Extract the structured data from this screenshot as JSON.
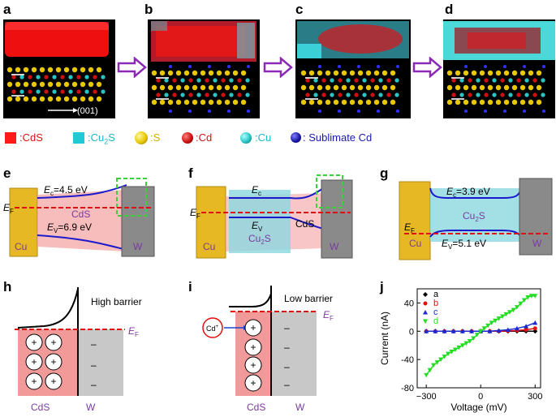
{
  "panel_labels": {
    "a": "a",
    "b": "b",
    "c": "c",
    "d": "d",
    "e": "e",
    "f": "f",
    "g": "g",
    "h": "h",
    "i": "i",
    "j": "j"
  },
  "panel_a": {
    "direction_label": "(001)"
  },
  "legend": {
    "cds": ":CdS",
    "cu2s_prefix": ":Cu",
    "cu2s_sub": "2",
    "cu2s_suffix": "S",
    "s": ":S",
    "cd": ":Cd",
    "cu": ":Cu",
    "sublimate": ": Sublimate Cd",
    "colors": {
      "cds": "#ff1a1a",
      "cu2s": "#21c8d6",
      "s": "#e8c800",
      "cd": "#d01010",
      "cu": "#26c6c6",
      "sublimate": "#1a1aa8"
    }
  },
  "panel_e": {
    "ec": "=4.5 eV",
    "ev": "=6.9 eV",
    "ef": "E",
    "ef_sub": "F",
    "ec_sym": "E",
    "ec_sub": "c",
    "ev_sym": "E",
    "ev_sub": "V",
    "cds": "CdS",
    "cu": "Cu",
    "w": "W"
  },
  "panel_f": {
    "ec_sym": "E",
    "ec_sub": "c",
    "ev_sym": "E",
    "ev_sub": "V",
    "ef": "E",
    "ef_sub": "F",
    "cds": "CdS",
    "cu2s_prefix": "Cu",
    "cu2s_sub": "2",
    "cu2s_suffix": "S",
    "cu": "Cu",
    "w": "W"
  },
  "panel_g": {
    "ec": "=3.9 eV",
    "ev": "=5.1 eV",
    "ec_sym": "E",
    "ec_sub": "c",
    "ev_sym": "E",
    "ev_sub": "V",
    "ef": "E",
    "ef_sub": "F",
    "cu2s_prefix": "Cu",
    "cu2s_sub": "2",
    "cu2s_suffix": "S",
    "cu": "Cu",
    "w": "W"
  },
  "panel_h": {
    "title": "High barrier",
    "ef": "E",
    "ef_sub": "F",
    "cds": "CdS",
    "w": "W",
    "plus": "+",
    "minus": "–"
  },
  "panel_i": {
    "title": "Low barrier",
    "ef": "E",
    "ef_sub": "F",
    "cds": "CdS",
    "w": "W",
    "cd_ion": "Cd",
    "cd_sup": "+",
    "plus": "+",
    "minus": "–"
  },
  "chart_data": {
    "type": "scatter",
    "xlabel": "Voltage (mV)",
    "ylabel": "Current (nA)",
    "xlim": [
      -350,
      330
    ],
    "ylim": [
      -80,
      60
    ],
    "xticks": [
      "-300",
      "0",
      "300"
    ],
    "yticks": [
      "-80",
      "-40",
      "0",
      "40"
    ],
    "legend_position": "top-left",
    "series": [
      {
        "name": "a",
        "color": "#000000",
        "marker": "diamond",
        "x": [
          -300,
          -250,
          -200,
          -150,
          -100,
          -50,
          0,
          50,
          100,
          150,
          200,
          250,
          300
        ],
        "y": [
          0,
          0,
          0,
          0,
          0,
          0,
          0,
          0,
          0,
          0,
          0,
          0,
          0
        ]
      },
      {
        "name": "b",
        "color": "#e01010",
        "marker": "circle",
        "x": [
          -300,
          -250,
          -200,
          -150,
          -100,
          -50,
          0,
          50,
          100,
          150,
          200,
          250,
          300
        ],
        "y": [
          0,
          0,
          0,
          0,
          0,
          0,
          0,
          0,
          0,
          0.5,
          1,
          2,
          4
        ]
      },
      {
        "name": "c",
        "color": "#1a2ad0",
        "marker": "triangle-up",
        "x": [
          -300,
          -250,
          -200,
          -150,
          -100,
          -50,
          0,
          50,
          100,
          150,
          200,
          250,
          300
        ],
        "y": [
          0,
          0,
          0,
          0,
          0,
          0,
          0,
          0,
          1,
          2,
          4,
          7,
          12
        ]
      },
      {
        "name": "d",
        "color": "#22dd22",
        "marker": "triangle-down",
        "x": [
          -300,
          -280,
          -260,
          -240,
          -220,
          -200,
          -180,
          -160,
          -140,
          -120,
          -100,
          -80,
          -60,
          -40,
          -20,
          0,
          20,
          40,
          60,
          80,
          100,
          120,
          140,
          160,
          180,
          200,
          220,
          240,
          260,
          280,
          300
        ],
        "y": [
          -62,
          -55,
          -48,
          -44,
          -40,
          -36,
          -32,
          -29,
          -26,
          -23,
          -20,
          -17,
          -14,
          -10,
          -5,
          0,
          4,
          8,
          12,
          15,
          18,
          21,
          24,
          27,
          30,
          34,
          39,
          44,
          48,
          50,
          50
        ]
      }
    ]
  }
}
